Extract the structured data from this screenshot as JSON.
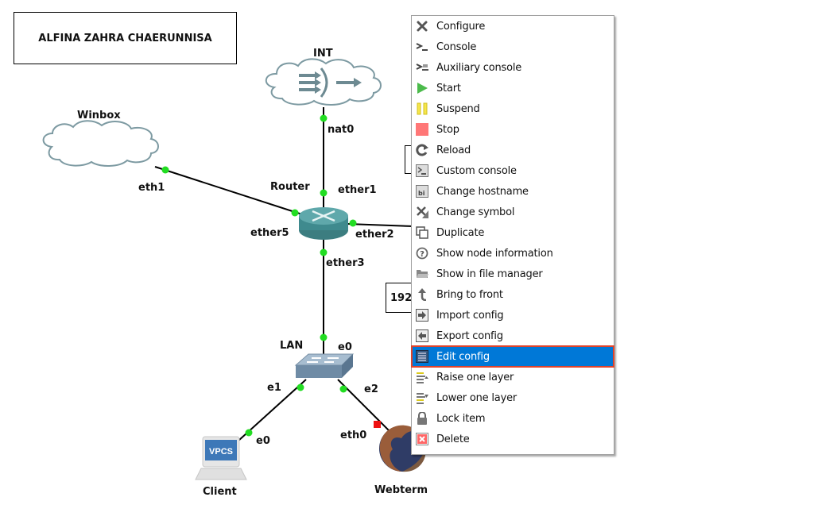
{
  "canvas": {
    "title_note": "ALFINA ZAHRA CHAERUNNISA",
    "ip_note_partial": "192",
    "nodes": {
      "int": {
        "label": "INT",
        "port": "nat0"
      },
      "winbox": {
        "label": "Winbox",
        "port": "eth1"
      },
      "router": {
        "label": "Router",
        "ports": {
          "ether1": "ether1",
          "ether2": "ether2",
          "ether3": "ether3",
          "ether5": "ether5"
        }
      },
      "lan": {
        "label": "LAN",
        "ports": {
          "e0": "e0",
          "e1": "e1",
          "e2": "e2"
        }
      },
      "client": {
        "label": "Client",
        "port": "e0",
        "screen_text": "VPCS"
      },
      "webterm": {
        "label": "Webterm",
        "port": "eth0"
      }
    },
    "link_status_colors": {
      "up": "#22dd22",
      "down": "#ee1111"
    }
  },
  "context_menu": {
    "selected_index": 16,
    "highlight_color": "#0078d7",
    "highlight_border": "#e0442b",
    "items": [
      {
        "label": "Configure",
        "icon": "wrench-screwdriver-icon"
      },
      {
        "label": "Console",
        "icon": "console-icon"
      },
      {
        "label": "Auxiliary console",
        "icon": "auxiliary-console-icon"
      },
      {
        "label": "Start",
        "icon": "play-icon"
      },
      {
        "label": "Suspend",
        "icon": "pause-icon"
      },
      {
        "label": "Stop",
        "icon": "stop-icon"
      },
      {
        "label": "Reload",
        "icon": "reload-icon"
      },
      {
        "label": "Custom console",
        "icon": "custom-console-icon"
      },
      {
        "label": "Change hostname",
        "icon": "hostname-icon"
      },
      {
        "label": "Change symbol",
        "icon": "symbol-icon"
      },
      {
        "label": "Duplicate",
        "icon": "duplicate-icon"
      },
      {
        "label": "Show node information",
        "icon": "info-icon"
      },
      {
        "label": "Show in file manager",
        "icon": "folder-icon"
      },
      {
        "label": "Bring to front",
        "icon": "bring-front-icon"
      },
      {
        "label": "Import config",
        "icon": "import-icon"
      },
      {
        "label": "Export config",
        "icon": "export-icon"
      },
      {
        "label": "Edit config",
        "icon": "edit-config-icon"
      },
      {
        "label": "Raise one layer",
        "icon": "raise-layer-icon"
      },
      {
        "label": "Lower one layer",
        "icon": "lower-layer-icon"
      },
      {
        "label": "Lock item",
        "icon": "lock-icon"
      },
      {
        "label": "Delete",
        "icon": "delete-icon"
      }
    ]
  }
}
